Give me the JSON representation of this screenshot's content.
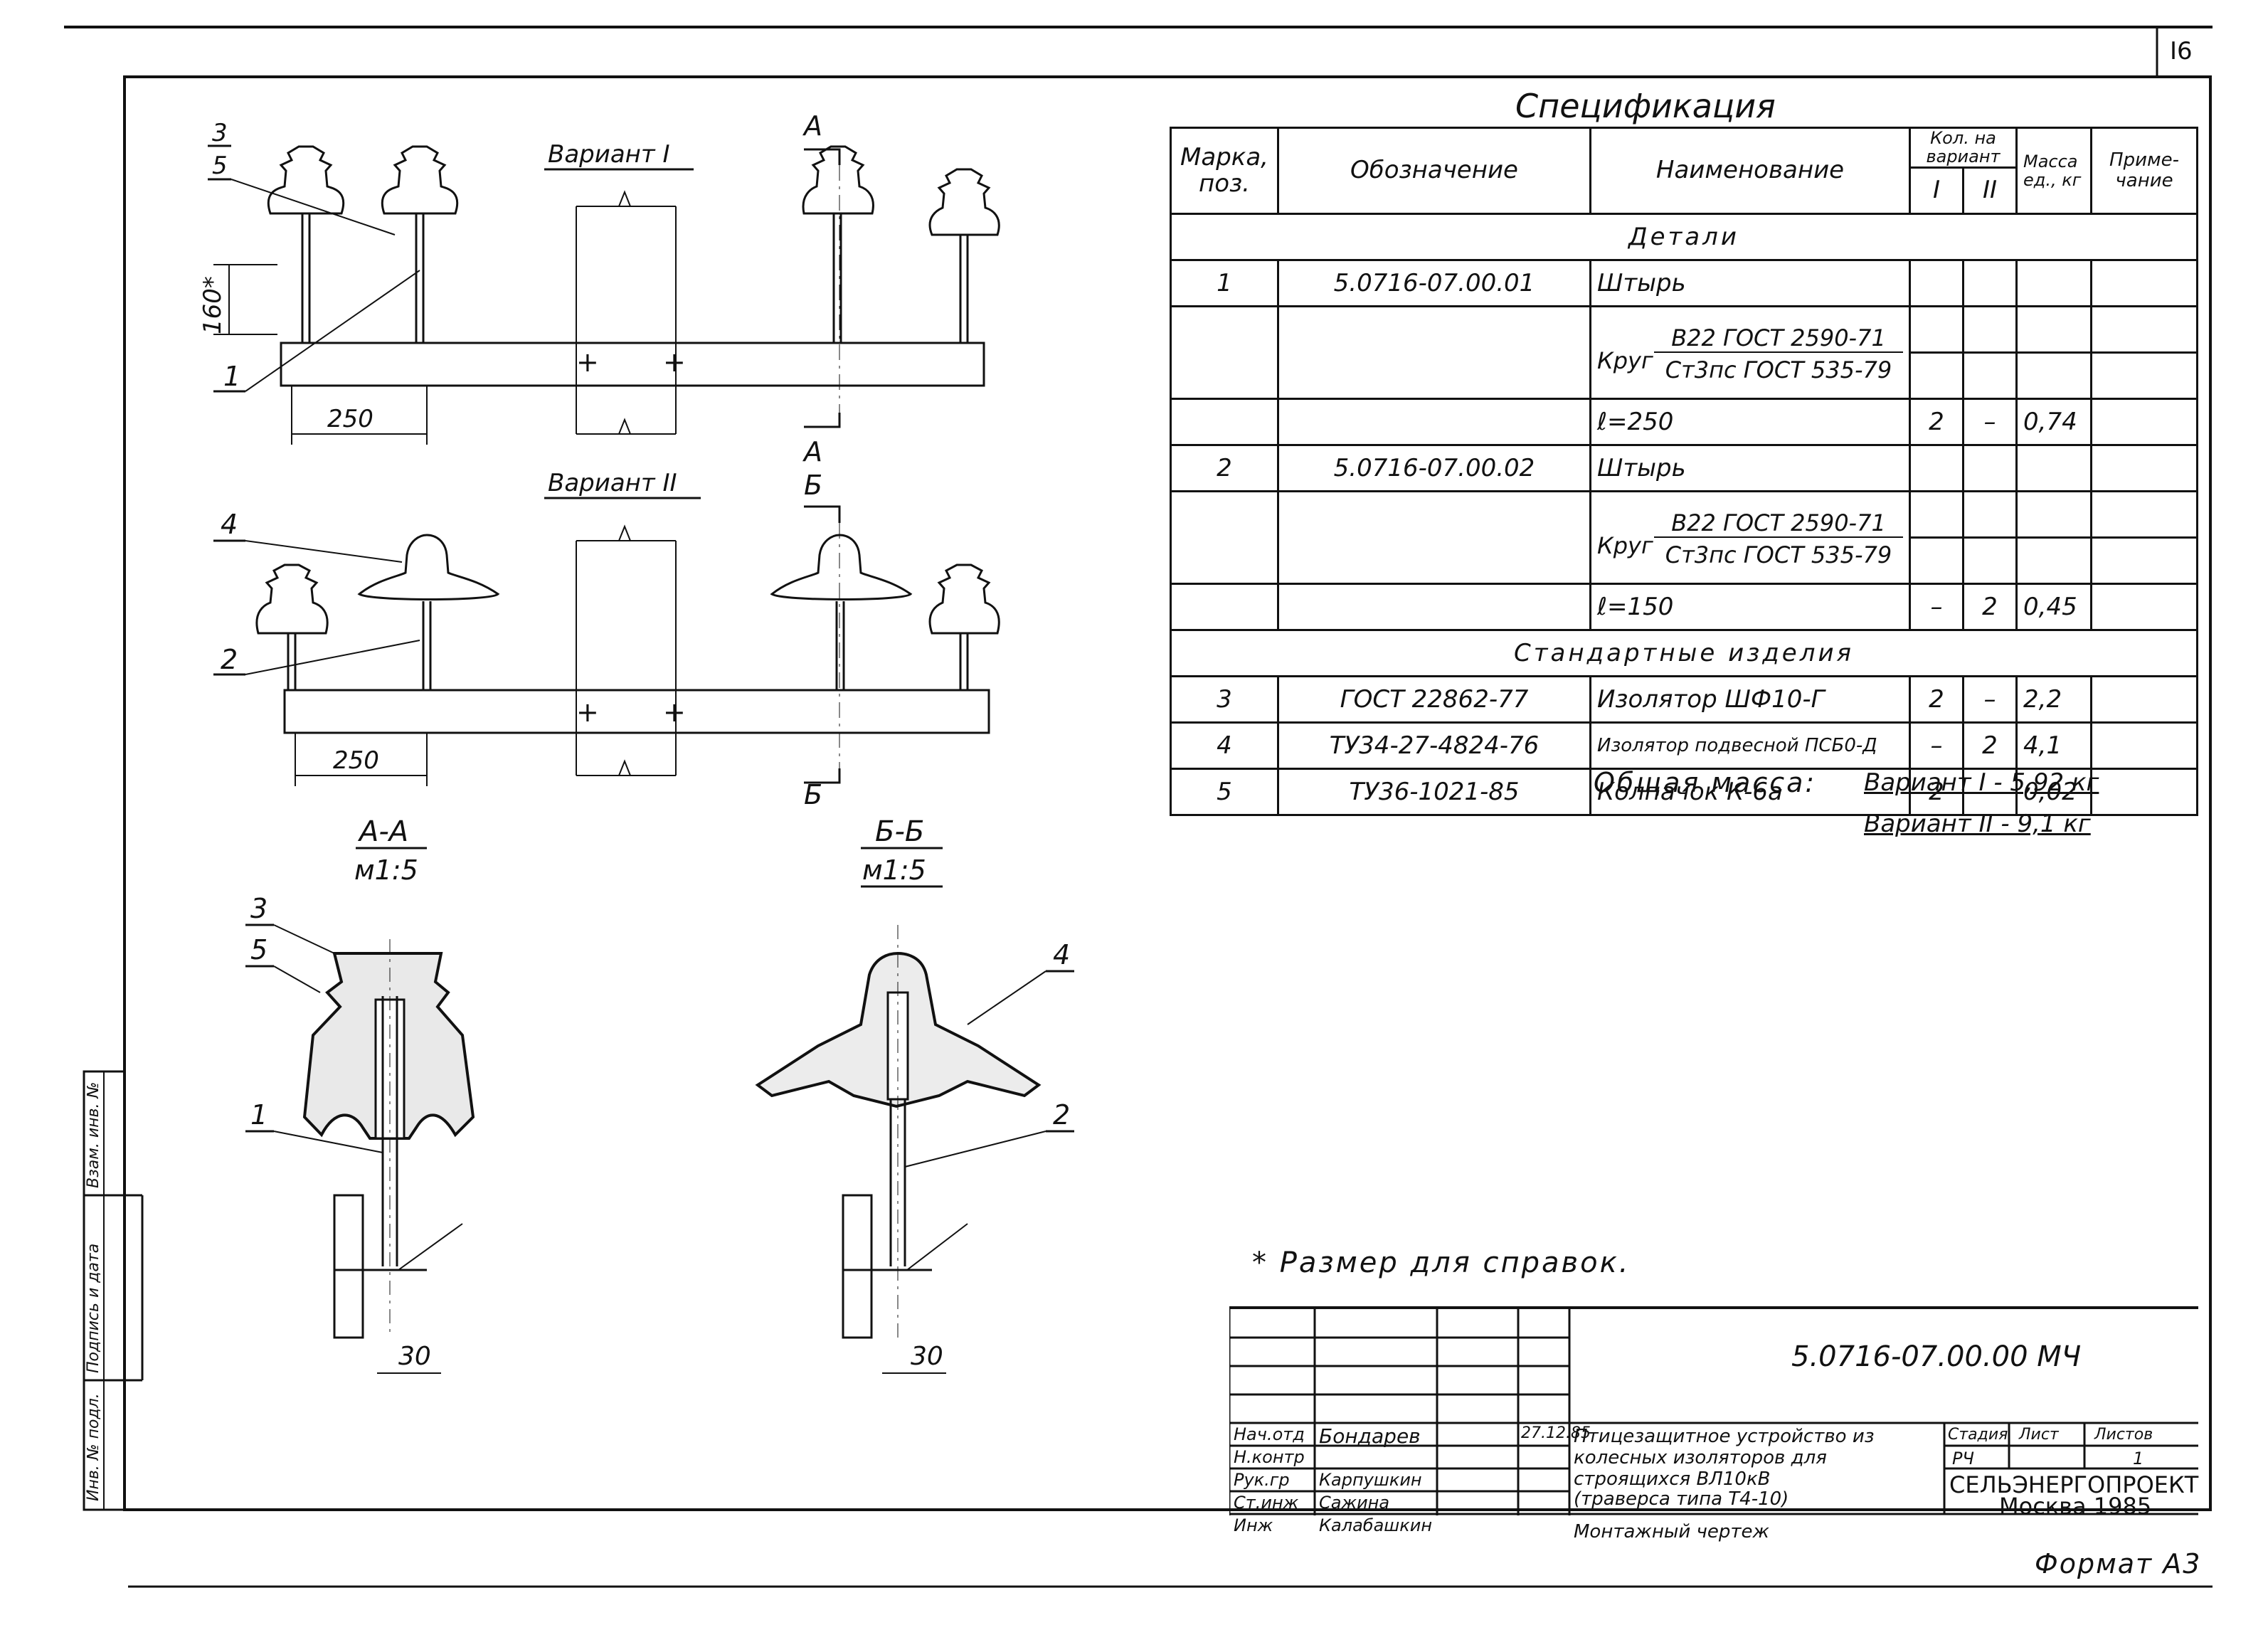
{
  "sheet": {
    "number": "I6",
    "format_label": "Формат А3",
    "note": "* Размер для справок."
  },
  "spec": {
    "title": "Спецификация",
    "headers": {
      "mark": "Марка, поз.",
      "designation": "Обозначение",
      "name": "Наименование",
      "qty": "Кол. на вариант",
      "qty_1": "I",
      "qty_2": "II",
      "mass": "Масса ед., кг",
      "note": "Приме- чание"
    },
    "section_details": "Детали",
    "section_standard": "Стандартные изделия",
    "rows": [
      {
        "pos": "1",
        "designation": "5.0716-07.00.01",
        "name": "Штырь",
        "q1": "",
        "q2": "",
        "mass": ""
      },
      {
        "pos": "",
        "designation": "",
        "name_prefix": "Круг",
        "name_top": "В22 ГОСТ 2590-71",
        "name_bottom": "Ст3пс ГОСТ 535-79"
      },
      {
        "pos": "",
        "designation": "",
        "name": "ℓ=250",
        "q1": "2",
        "q2": "–",
        "mass": "0,74"
      },
      {
        "pos": "2",
        "designation": "5.0716-07.00.02",
        "name": "Штырь",
        "q1": "",
        "q2": "",
        "mass": ""
      },
      {
        "pos": "",
        "designation": "",
        "name_prefix": "Круг",
        "name_top": "В22 ГОСТ 2590-71",
        "name_bottom": "Ст3пс ГОСТ 535-79"
      },
      {
        "pos": "",
        "designation": "",
        "name": "ℓ=150",
        "q1": "–",
        "q2": "2",
        "mass": "0,45"
      }
    ],
    "standard_rows": [
      {
        "pos": "3",
        "designation": "ГОСТ 22862-77",
        "name": "Изолятор ШФ10-Г",
        "q1": "2",
        "q2": "–",
        "mass": "2,2"
      },
      {
        "pos": "4",
        "designation": "ТУ34-27-4824-76",
        "name": "Изолятор подвесной ПСБ0-Д",
        "q1": "–",
        "q2": "2",
        "mass": "4,1"
      },
      {
        "pos": "5",
        "designation": "ТУ36-1021-85",
        "name": "Колпачок К-6а",
        "q1": "2",
        "q2": "–",
        "mass": "0,02"
      }
    ],
    "total_label": "Общая масса:",
    "total_v1": "Вариант I - 5,92 кг",
    "total_v2": "Вариант II - 9,1 кг"
  },
  "views": {
    "variant1_title": "Вариант I",
    "variant2_title": "Вариант II",
    "callout_top": "3",
    "callout_bottom": "5",
    "callout_1": "1",
    "callout_2": "2",
    "callout_4": "4",
    "dim_160": "160*",
    "dim_250": "250",
    "section_A": "А",
    "section_B": "Б",
    "section_AA": "А-А",
    "section_BB": "Б-Б",
    "scale": "м1:5",
    "dim_30": "30"
  },
  "side_stamp": {
    "c1": "Инв. № подл.",
    "c2": "Подпись и дата",
    "c3": "Взам. инв. №"
  },
  "title_block": {
    "doc_code": "5.0716-07.00.00 МЧ",
    "rows": [
      {
        "role": "Нач.отд",
        "name": "Бондарев",
        "date": "27.12.85"
      },
      {
        "role": "Н.контр",
        "name": "",
        "date": ""
      },
      {
        "role": "Рук.гр",
        "name": "Карпушкин",
        "date": ""
      },
      {
        "role": "Ст.инж",
        "name": "Сажина",
        "date": ""
      },
      {
        "role": "Инж",
        "name": "Калабашкин",
        "date": ""
      }
    ],
    "description": [
      "Птицезащитное устройство из",
      "колесных изоляторов для",
      "строящихся ВЛ10кВ",
      "(траверса типа Т4-10)",
      "Монтажный чертеж"
    ],
    "stage_label": "Стадия",
    "sheet_label": "Лист",
    "sheets_label": "Листов",
    "stage": "РЧ",
    "sheets": "1",
    "org": "СЕЛЬЭНЕРГОПРОЕКТ",
    "city_year": "Москва 1985"
  }
}
